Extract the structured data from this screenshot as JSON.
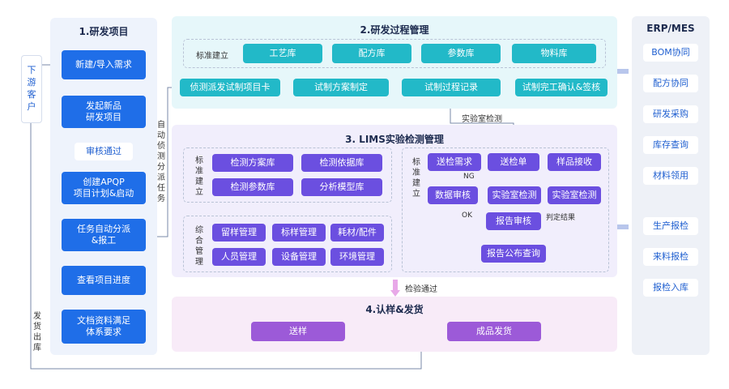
{
  "customer_label": "下游客户",
  "ship_label": "发货出库",
  "auto_dispatch_label": "自动侦测分派任务",
  "lab_test_label": "实验室检测",
  "pass_label": "检验通过",
  "ng_label": "NG",
  "ok_label": "OK",
  "judge_label": "判定结果",
  "project": {
    "title": "1.研发项目",
    "steps": [
      "新建/导入需求",
      "发起新品\n研发项目",
      "审核通过",
      "创建APQP\n项目计划&启动",
      "任务自动分派\n&报工",
      "查看项目进度",
      "文档资料满足\n体系要求"
    ]
  },
  "rd_process": {
    "title": "2.研发过程管理",
    "std_label": "标准建立",
    "libs": [
      "工艺库",
      "配方库",
      "参数库",
      "物料库"
    ],
    "flow": [
      "侦测派发试制项目卡",
      "试制方案制定",
      "试制过程记录",
      "试制完工确认&签核"
    ]
  },
  "lims": {
    "title": "3. LIMS实验检测管理",
    "std_label": "标准建立",
    "std_items": [
      "检测方案库",
      "检测依据库",
      "检测参数库",
      "分析模型库"
    ],
    "mgmt_label": "综合管理",
    "mgmt_items": [
      "留样管理",
      "标样管理",
      "耗材/配件",
      "人员管理",
      "设备管理",
      "环境管理"
    ],
    "flow_std_label": "标准建立",
    "flow": {
      "req": "送检需求",
      "order": "送检单",
      "receive": "样品接收",
      "audit": "数据审核",
      "lab1": "实验室检测",
      "lab2": "实验室检测",
      "report_audit": "报告审核",
      "report_query": "报告公布查询"
    }
  },
  "delivery": {
    "title": "4.认样&发货",
    "items": [
      "送样",
      "成品发货"
    ]
  },
  "erp": {
    "title": "ERP/MES",
    "items": [
      "BOM协同",
      "配方协同",
      "研发采购",
      "库存查询",
      "材料领用",
      "生产报检",
      "来料报检",
      "报检入库"
    ]
  },
  "colors": {
    "blue": "#1f6ee8",
    "teal": "#22b9c8",
    "purple": "#6b4fe0",
    "violet": "#9c5ad8"
  }
}
